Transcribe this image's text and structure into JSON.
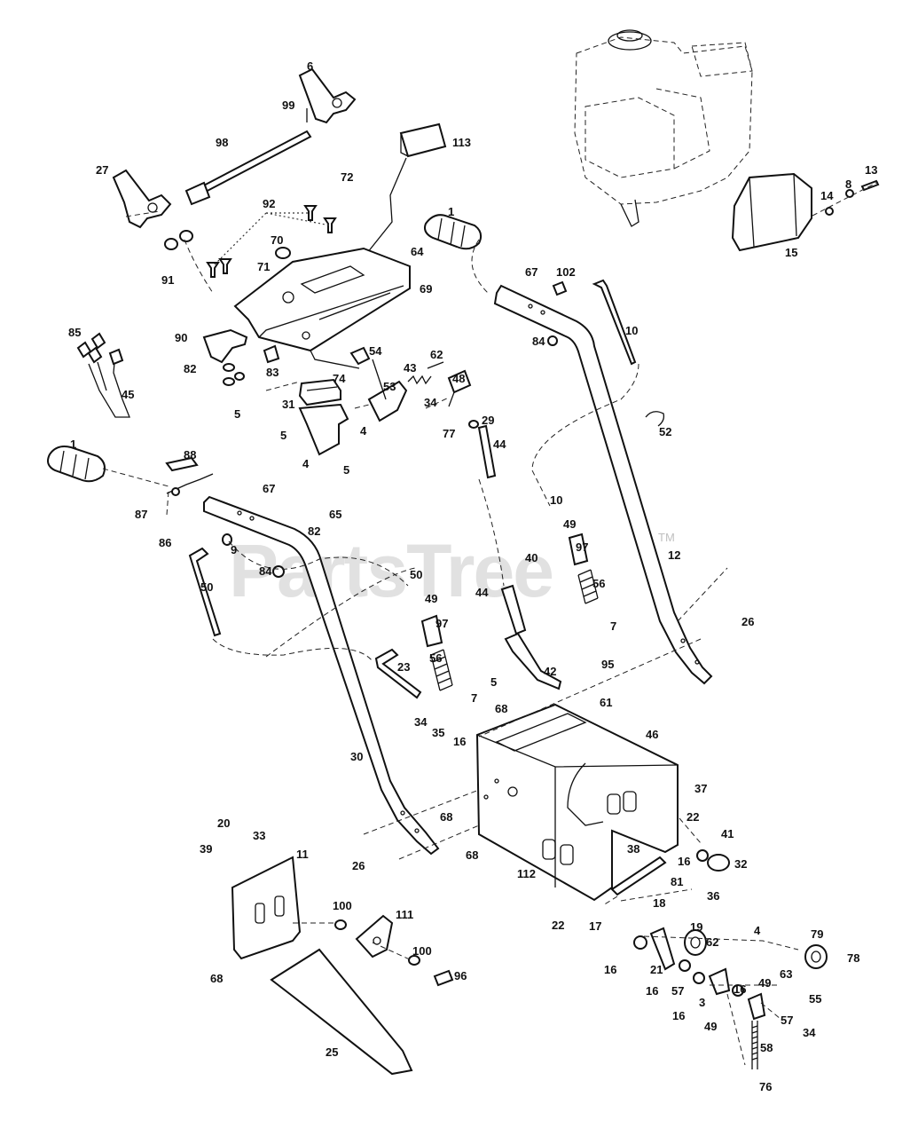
{
  "watermark": "PartsTree",
  "watermark_tm": "TM",
  "labels": [
    {
      "id": "l6",
      "text": "6"
    },
    {
      "id": "l99",
      "text": "99"
    },
    {
      "id": "l98",
      "text": "98"
    },
    {
      "id": "l27",
      "text": "27"
    },
    {
      "id": "l113",
      "text": "113"
    },
    {
      "id": "l72",
      "text": "72"
    },
    {
      "id": "l92",
      "text": "92"
    },
    {
      "id": "l70",
      "text": "70"
    },
    {
      "id": "l71",
      "text": "71"
    },
    {
      "id": "l64",
      "text": "64"
    },
    {
      "id": "l69",
      "text": "69"
    },
    {
      "id": "l91",
      "text": "91"
    },
    {
      "id": "l1a",
      "text": "1"
    },
    {
      "id": "l67a",
      "text": "67"
    },
    {
      "id": "l102",
      "text": "102"
    },
    {
      "id": "l10a",
      "text": "10"
    },
    {
      "id": "l84a",
      "text": "84"
    },
    {
      "id": "l13",
      "text": "13"
    },
    {
      "id": "l8",
      "text": "8"
    },
    {
      "id": "l14",
      "text": "14"
    },
    {
      "id": "l15",
      "text": "15"
    },
    {
      "id": "l85",
      "text": "85"
    },
    {
      "id": "l90",
      "text": "90"
    },
    {
      "id": "l82a",
      "text": "82"
    },
    {
      "id": "l83",
      "text": "83"
    },
    {
      "id": "l54",
      "text": "54"
    },
    {
      "id": "l62a",
      "text": "62"
    },
    {
      "id": "l43",
      "text": "43"
    },
    {
      "id": "l45",
      "text": "45"
    },
    {
      "id": "l74",
      "text": "74"
    },
    {
      "id": "l53",
      "text": "53"
    },
    {
      "id": "l48",
      "text": "48"
    },
    {
      "id": "l34a",
      "text": "34"
    },
    {
      "id": "l5a",
      "text": "5"
    },
    {
      "id": "l31",
      "text": "31"
    },
    {
      "id": "l29",
      "text": "29"
    },
    {
      "id": "l77",
      "text": "77"
    },
    {
      "id": "l52",
      "text": "52"
    },
    {
      "id": "l5b",
      "text": "5"
    },
    {
      "id": "l4a",
      "text": "4"
    },
    {
      "id": "l44a",
      "text": "44"
    },
    {
      "id": "l4b",
      "text": "4"
    },
    {
      "id": "l5c",
      "text": "5"
    },
    {
      "id": "l1b",
      "text": "1"
    },
    {
      "id": "l88",
      "text": "88"
    },
    {
      "id": "l67b",
      "text": "67"
    },
    {
      "id": "l10b",
      "text": "10"
    },
    {
      "id": "l65",
      "text": "65"
    },
    {
      "id": "l87",
      "text": "87"
    },
    {
      "id": "l82b",
      "text": "82"
    },
    {
      "id": "l49a",
      "text": "49"
    },
    {
      "id": "l86",
      "text": "86"
    },
    {
      "id": "l9",
      "text": "9"
    },
    {
      "id": "l97a",
      "text": "97"
    },
    {
      "id": "l40",
      "text": "40"
    },
    {
      "id": "l12",
      "text": "12"
    },
    {
      "id": "l84b",
      "text": "84"
    },
    {
      "id": "l50a",
      "text": "50"
    },
    {
      "id": "l56a",
      "text": "56"
    },
    {
      "id": "l50b",
      "text": "50"
    },
    {
      "id": "l44b",
      "text": "44"
    },
    {
      "id": "l49b",
      "text": "49"
    },
    {
      "id": "l97b",
      "text": "97"
    },
    {
      "id": "l7a",
      "text": "7"
    },
    {
      "id": "l26a",
      "text": "26"
    },
    {
      "id": "l56b",
      "text": "56"
    },
    {
      "id": "l23",
      "text": "23"
    },
    {
      "id": "l95",
      "text": "95"
    },
    {
      "id": "l42",
      "text": "42"
    },
    {
      "id": "l5d",
      "text": "5"
    },
    {
      "id": "l7b",
      "text": "7"
    },
    {
      "id": "l68a",
      "text": "68"
    },
    {
      "id": "l61",
      "text": "61"
    },
    {
      "id": "l34b",
      "text": "34"
    },
    {
      "id": "l35",
      "text": "35"
    },
    {
      "id": "l16a",
      "text": "16"
    },
    {
      "id": "l46",
      "text": "46"
    },
    {
      "id": "l30",
      "text": "30"
    },
    {
      "id": "l37",
      "text": "37"
    },
    {
      "id": "l68b",
      "text": "68"
    },
    {
      "id": "l22a",
      "text": "22"
    },
    {
      "id": "l41",
      "text": "41"
    },
    {
      "id": "l20",
      "text": "20"
    },
    {
      "id": "l33",
      "text": "33"
    },
    {
      "id": "l39",
      "text": "39"
    },
    {
      "id": "l11",
      "text": "11"
    },
    {
      "id": "l26b",
      "text": "26"
    },
    {
      "id": "l68c",
      "text": "68"
    },
    {
      "id": "l38",
      "text": "38"
    },
    {
      "id": "l16b",
      "text": "16"
    },
    {
      "id": "l32",
      "text": "32"
    },
    {
      "id": "l112",
      "text": "112"
    },
    {
      "id": "l81",
      "text": "81"
    },
    {
      "id": "l36",
      "text": "36"
    },
    {
      "id": "l22b",
      "text": "22"
    },
    {
      "id": "l18",
      "text": "18"
    },
    {
      "id": "l100a",
      "text": "100"
    },
    {
      "id": "l111",
      "text": "111"
    },
    {
      "id": "l17",
      "text": "17"
    },
    {
      "id": "l19",
      "text": "19"
    },
    {
      "id": "l4c",
      "text": "4"
    },
    {
      "id": "l62b",
      "text": "62"
    },
    {
      "id": "l79",
      "text": "79"
    },
    {
      "id": "l100b",
      "text": "100"
    },
    {
      "id": "l16c",
      "text": "16"
    },
    {
      "id": "l21",
      "text": "21"
    },
    {
      "id": "l78",
      "text": "78"
    },
    {
      "id": "l96",
      "text": "96"
    },
    {
      "id": "l68d",
      "text": "68"
    },
    {
      "id": "l49c",
      "text": "49"
    },
    {
      "id": "l63",
      "text": "63"
    },
    {
      "id": "l16d",
      "text": "16"
    },
    {
      "id": "l57a",
      "text": "57"
    },
    {
      "id": "l16e",
      "text": "16"
    },
    {
      "id": "l3",
      "text": "3"
    },
    {
      "id": "l55",
      "text": "55"
    },
    {
      "id": "l16f",
      "text": "16"
    },
    {
      "id": "l49d",
      "text": "49"
    },
    {
      "id": "l57b",
      "text": "57"
    },
    {
      "id": "l34c",
      "text": "34"
    },
    {
      "id": "l25",
      "text": "25"
    },
    {
      "id": "l58",
      "text": "58"
    },
    {
      "id": "l76",
      "text": "76"
    }
  ]
}
